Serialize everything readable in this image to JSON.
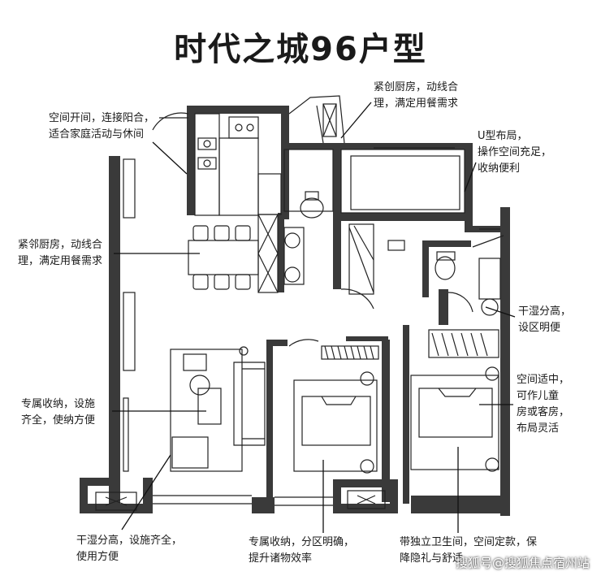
{
  "title": "时代之城96户型",
  "annotations": {
    "a1": [
      "空间开间，连接阳合，",
      "适合家庭活动与休间"
    ],
    "a2": [
      "紧创厨房，动线合",
      "理，满定用餐需求"
    ],
    "a3": [
      "U型布局，",
      "操作空间充足，",
      "收纳便利"
    ],
    "a4": [
      "紧邻厨房，动线合",
      "理，满定用餐需求"
    ],
    "a5": [
      "干湿分高，",
      "设区明便"
    ],
    "a6": [
      "空间适中，",
      "可作儿童",
      "房或客房，",
      "布局灵活"
    ],
    "a7": [
      "专属收纳，设施",
      "齐全，使纳方便"
    ],
    "a8": [
      "干湿分高，设施齐全，",
      "使用方便"
    ],
    "a9": [
      "专属收纳，分区明确，",
      "提升诸物效率"
    ],
    "a10": [
      "带独立卫生间，空间定款，保",
      "降隐礼与舒适"
    ]
  },
  "watermark": "搜狐号@搜狐焦点宿州站",
  "colors": {
    "wall": "#3a3a3a",
    "line": "#222222",
    "text": "#1a1a1a"
  }
}
